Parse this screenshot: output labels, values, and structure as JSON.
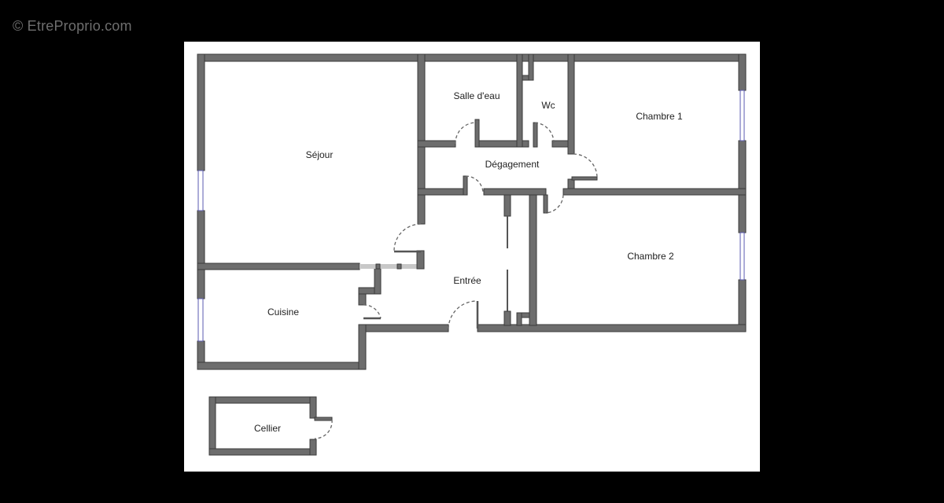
{
  "watermark": "© EtreProprio.com",
  "floorplan": {
    "rooms": [
      {
        "id": "sejour",
        "label": "Séjour"
      },
      {
        "id": "salle-d-eau",
        "label": "Salle d'eau"
      },
      {
        "id": "wc",
        "label": "Wc"
      },
      {
        "id": "chambre-1",
        "label": "Chambre 1"
      },
      {
        "id": "degagement",
        "label": "Dégagement"
      },
      {
        "id": "chambre-2",
        "label": "Chambre 2"
      },
      {
        "id": "entree",
        "label": "Entrée"
      },
      {
        "id": "cuisine",
        "label": "Cuisine"
      },
      {
        "id": "cellier",
        "label": "Cellier"
      }
    ],
    "colors": {
      "background": "#000000",
      "panel": "#ffffff",
      "wall": "#6d6d6d",
      "window": "#5a5ab0"
    }
  }
}
